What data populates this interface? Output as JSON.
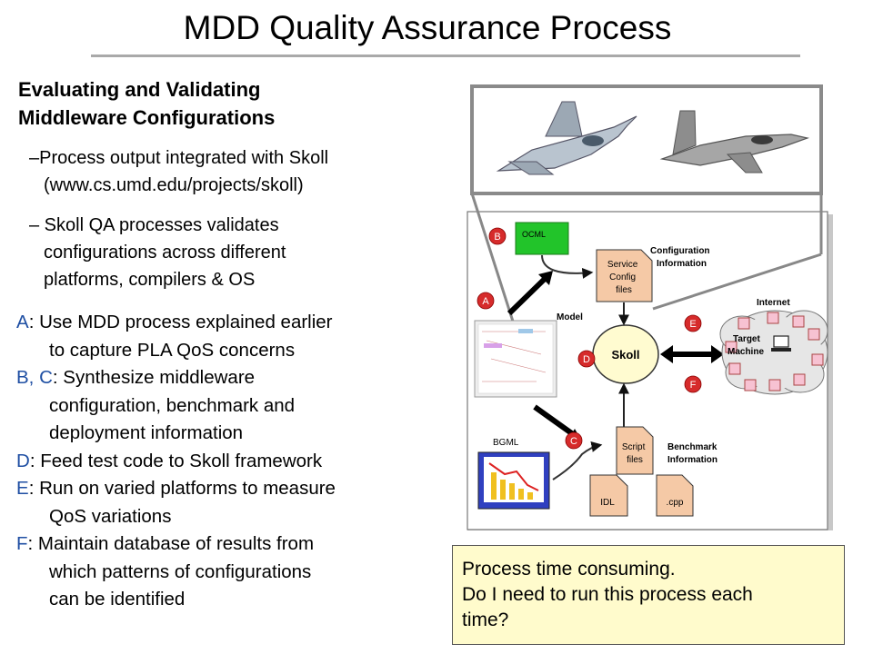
{
  "title": "MDD Quality Assurance Process",
  "heading": [
    "Evaluating and Validating",
    "Middleware Configurations"
  ],
  "bullets": [
    {
      "prefix": "–",
      "lines": [
        "Process output integrated with Skoll",
        "(www.cs.umd.edu/projects/skoll)"
      ]
    },
    {
      "prefix": "–",
      "lines": [
        " Skoll QA processes validates",
        "configurations across different",
        "platforms, compilers & OS"
      ]
    }
  ],
  "steps": [
    {
      "label": "A",
      "text": ": Use MDD process explained earlier",
      "cont": [
        "to capture PLA QoS concerns"
      ]
    },
    {
      "label": "B, C",
      "text": ": Synthesize middleware",
      "cont": [
        "configuration, benchmark and",
        "deployment information"
      ]
    },
    {
      "label": "D",
      "text": ": Feed test code to Skoll framework",
      "cont": []
    },
    {
      "label": "E",
      "text": ": Run on varied platforms to measure",
      "cont": [
        "QoS variations"
      ]
    },
    {
      "label": "F",
      "text": ": Maintain database of results from",
      "cont": [
        "which patterns of configurations",
        "can be identified"
      ]
    }
  ],
  "callout": [
    "Process time consuming.",
    "Do I need to run this process each",
    "time?"
  ],
  "diagram": {
    "ocml": "OCML",
    "service_config": [
      "Service",
      "Config",
      "files"
    ],
    "configuration_information": [
      "Configuration",
      "Information"
    ],
    "model": "Model",
    "skoll": "Skoll",
    "internet": "Internet",
    "target_machine": [
      "Target",
      "Machine"
    ],
    "bgml": "BGML",
    "script_files": [
      "Script",
      "files"
    ],
    "benchmark_information": [
      "Benchmark",
      "Information"
    ],
    "idl": "IDL",
    "cpp": ".cpp",
    "markers": [
      "A",
      "B",
      "C",
      "D",
      "E",
      "F"
    ]
  },
  "colors": {
    "marker_red": "#d62b2b",
    "ocml_green": "#22c42a",
    "doc_pink": "#f5c9a6",
    "skoll_yellow": "#fffbd0",
    "callout_bg": "#fffbcc",
    "label_blue": "#1f4fa3"
  }
}
